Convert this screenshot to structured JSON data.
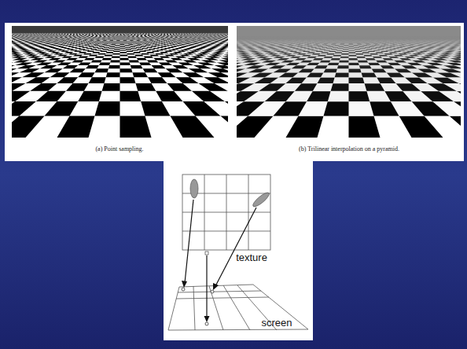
{
  "diagram": {
    "labels": [
      "(a) Point sampling.",
      "(b) Trilinear interpolation on a pyramid.",
      "texture",
      "screen"
    ]
  }
}
